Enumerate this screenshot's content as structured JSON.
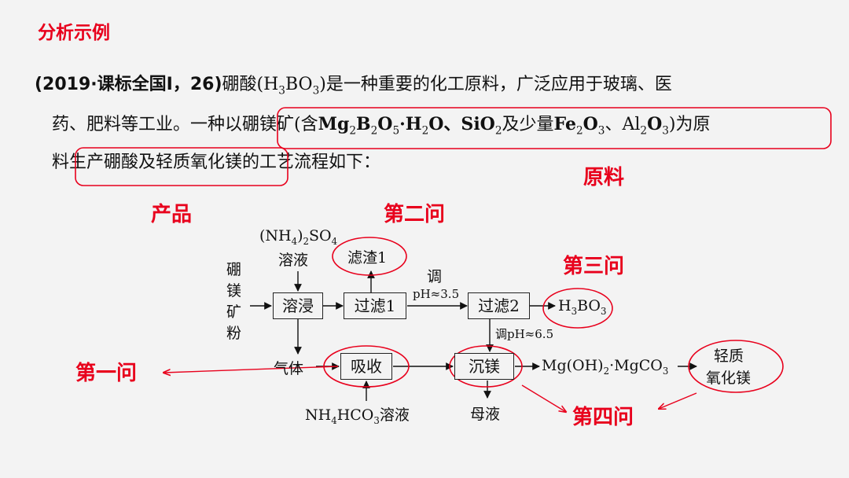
{
  "section_title": "分析示例",
  "question": {
    "line1": {
      "source": "(2019·课标全国Ⅰ，26)",
      "pre": "硼酸(H",
      "s1": "3",
      "mid": "BO",
      "s2": "3",
      "post": ")是一种重要的化工原料，广泛应用于玻璃、医"
    },
    "line2": {
      "t1": "药、肥料等工业。一种以硼镁矿(含",
      "f1": "Mg",
      "f1s1": "2",
      "f1b": "B",
      "f1s2": "2",
      "f1c": "O",
      "f1s3": "5",
      "f1d": "·H",
      "f1s4": "2",
      "f1e": "O、SiO",
      "f1s5": "2",
      "t2": "及少量",
      "f2": "Fe",
      "f2s1": "2",
      "f2b": "O",
      "f2s2": "3",
      "t3": "、Al",
      "f3s1": "2",
      "f3b": "O",
      "f3s2": "3",
      "t4": ")为原"
    },
    "line3": "料生产硼酸及轻质氧化镁的工艺流程如下："
  },
  "annotations": {
    "raw_material": "原料",
    "product": "产品",
    "q1": "第一问",
    "q2": "第二问",
    "q3": "第三问",
    "q4": "第四问"
  },
  "flow": {
    "reagent1_formula_a": "(NH",
    "reagent1_formula_s1": "4",
    "reagent1_formula_b": ")",
    "reagent1_formula_s2": "2",
    "reagent1_formula_c": "SO",
    "reagent1_formula_s3": "4",
    "reagent1_state": "溶液",
    "ore_chars": [
      "硼",
      "镁",
      "矿",
      "粉"
    ],
    "boxes": {
      "leach": "溶浸",
      "filter1": "过滤1",
      "filter2": "过滤2",
      "absorb": "吸收",
      "precip": "沉镁"
    },
    "residue": "滤渣1",
    "adjust1_a": "调",
    "adjust1_b": "pH≈3.5",
    "adjust2": "调pH≈6.5",
    "h3bo3_a": "H",
    "h3bo3_s1": "3",
    "h3bo3_b": "BO",
    "h3bo3_s2": "3",
    "gas": "气体",
    "nh4hco3_a": "NH",
    "nh4hco3_s1": "4",
    "nh4hco3_b": "HCO",
    "nh4hco3_s2": "3",
    "nh4hco3_c": "溶液",
    "mgprod_a": "Mg(OH)",
    "mgprod_s1": "2",
    "mgprod_b": "·MgCO",
    "mgprod_s2": "3",
    "mother_liquor": "母液",
    "mgo_line1": "轻质",
    "mgo_line2": "氧化镁"
  },
  "colors": {
    "accent_red": "#e8001c",
    "background": "#f3f3f3",
    "ink": "#111111"
  }
}
